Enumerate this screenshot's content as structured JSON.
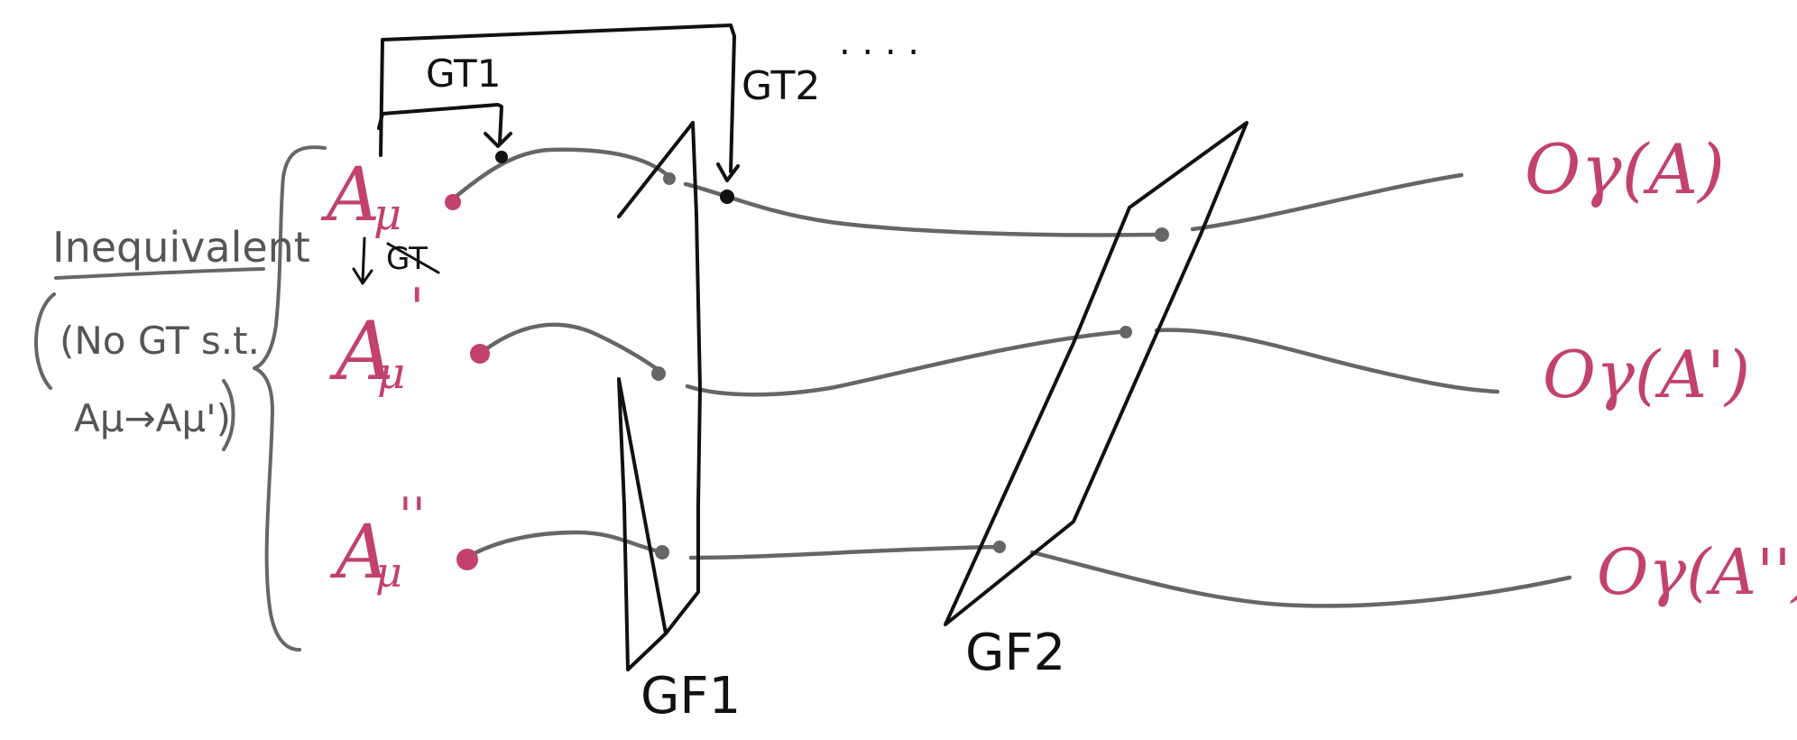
{
  "colors": {
    "ink": "#111111",
    "wire": "#666666",
    "field": "#c2416e",
    "note": "#555555"
  },
  "transformations": {
    "gt1": "GT1",
    "gt2": "GT2",
    "more": ". . . .",
    "crossed_gt": "GT"
  },
  "gauge_fixings": {
    "gf1": "GF1",
    "gf2": "GF2"
  },
  "fields": {
    "a0_base": "A",
    "a0_sub": "μ",
    "a0_prime": "",
    "a1_base": "A",
    "a1_sub": "μ",
    "a1_prime": "'",
    "a2_base": "A",
    "a2_sub": "μ",
    "a2_prime": "''"
  },
  "observables": {
    "o0": "Oγ(A)",
    "o1": "Oγ(A')",
    "o2": "Oγ(A'')"
  },
  "inequivalent_note": {
    "title": "Inequivalent",
    "line1": "(No GT s.t.",
    "line2": "Aμ→Aμ')"
  }
}
